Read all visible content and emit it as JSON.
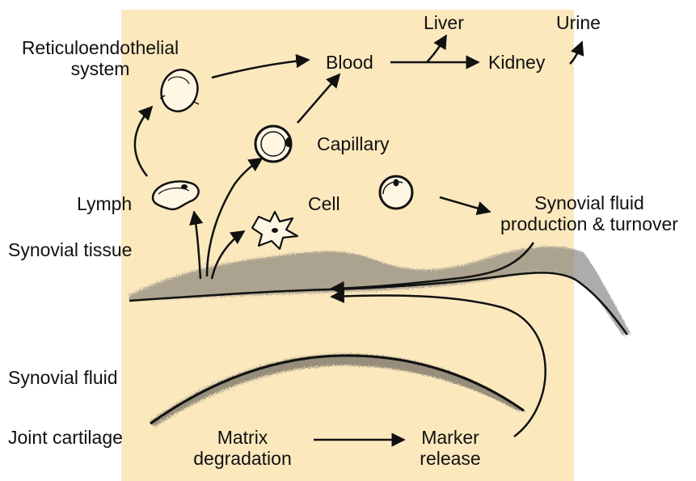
{
  "labels": {
    "reticuloendothelial": [
      "Reticuloendothelial",
      "system"
    ],
    "blood": "Blood",
    "liver": "Liver",
    "kidney": "Kidney",
    "urine": "Urine",
    "capillary": "Capillary",
    "lymph": "Lymph",
    "cell": "Cell",
    "synovial_fluid_production": [
      "Synovial fluid",
      "production & turnover"
    ],
    "synovial_tissue": "Synovial tissue",
    "synovial_fluid": "Synovial fluid",
    "joint_cartilage": "Joint cartilage",
    "matrix_degradation": [
      "Matrix",
      "degradation"
    ],
    "marker_release": [
      "Marker",
      "release"
    ]
  },
  "colors": {
    "background_panel": "#fbe8bd",
    "ink": "#111111"
  }
}
